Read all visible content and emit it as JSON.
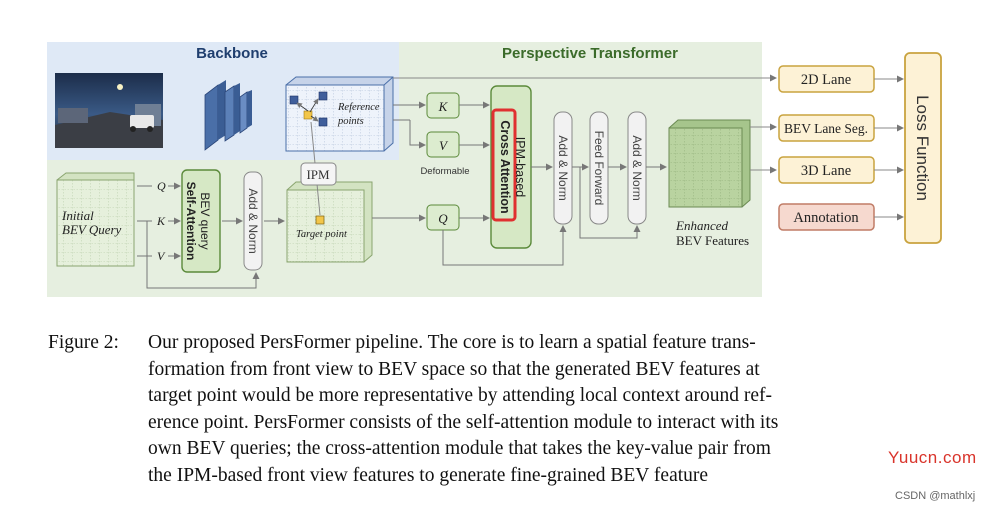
{
  "diagram": {
    "backbone_title": "Backbone",
    "perspective_title": "Perspective Transformer",
    "reference_points": "Reference\npoints",
    "target_point": "Target point",
    "ipm": "IPM",
    "initial_query": "Initial\nBEV Query",
    "q": "Q",
    "k": "K",
    "v": "V",
    "self_attention": "BEV query\nSelf-Attention",
    "add_norm": "Add & Norm",
    "deformable": "Deformable",
    "cross_attention": "IPM-based\nCross Attention",
    "feed_forward": "Feed Forward",
    "enhanced": "Enhanced\nBEV Features",
    "outputs": {
      "lane2d": "2D Lane",
      "bev_seg": "BEV Lane Seg.",
      "lane3d": "3D Lane",
      "annotation": "Annotation"
    },
    "loss": "Loss Function",
    "colors": {
      "backbone_bg": "#dfe9f6",
      "transformer_bg": "#e6efe0",
      "box_green": "#dceccf",
      "output_fill": "#fdf2d6",
      "output_border": "#c9a33f",
      "annotation_fill": "#f6d9cf",
      "highlight_red": "#e03030"
    }
  },
  "caption": {
    "label": "Figure 2:",
    "lines": [
      "Our proposed PersFormer pipeline.  The core is to learn a spatial feature trans-",
      "formation from front view to BEV space so that the generated BEV features at",
      "target point would be more representative by attending local context around ref-",
      "erence point.  PersFormer consists of the self-attention module to interact with its",
      "own BEV queries; the cross-attention module that takes the key-value pair from",
      "the IPM-based front view features to generate fine-grained BEV feature"
    ]
  },
  "watermarks": {
    "main": "Yuucn.com",
    "csdn": "CSDN @mathlxj"
  }
}
